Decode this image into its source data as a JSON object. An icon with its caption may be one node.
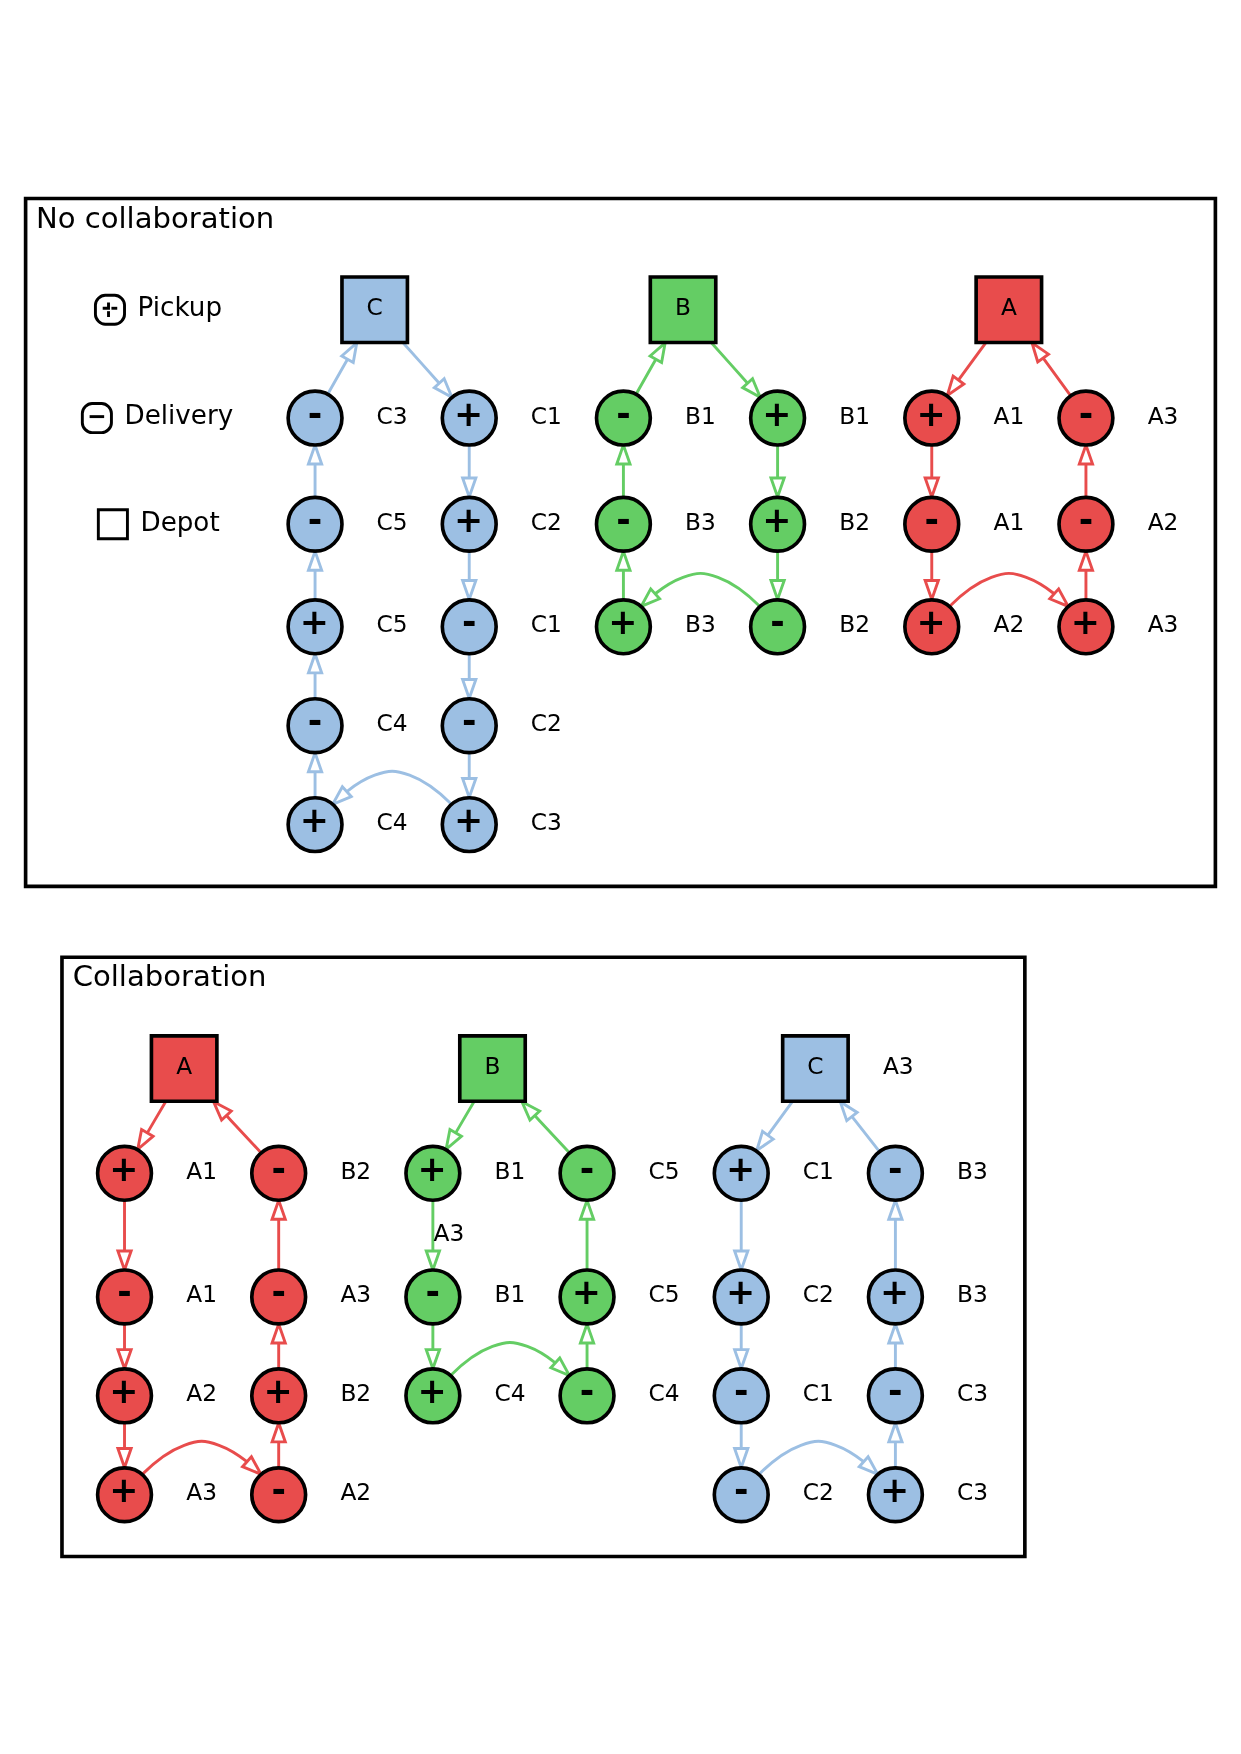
{
  "diagram": {
    "nodes": [
      {
        "text": [
          "No collaboration"
        ]
      },
      {
        "text": [
          "-"
        ],
        "beside": [
          "A3"
        ],
        "in": 0
      },
      {
        "text": [
          "+"
        ],
        "beside": [
          "A1"
        ],
        "in": 0
      },
      {
        "text": [
          "+"
        ],
        "beside": [
          "B1"
        ],
        "in": 0
      },
      {
        "text": [
          "-"
        ],
        "beside": [
          "A1"
        ],
        "in": 0
      },
      {
        "text": [
          "B"
        ],
        "in": 0
      },
      {
        "text": [
          "+"
        ],
        "beside": [
          "A2"
        ],
        "in": 0
      },
      {
        "text": [
          "A"
        ],
        "in": 0
      },
      {
        "text": [
          "-"
        ],
        "beside": [
          "B2"
        ],
        "in": 0
      },
      {
        "text": [
          "+"
        ],
        "beside": [
          "B2"
        ],
        "in": 0
      },
      {
        "text": [
          "+"
        ],
        "beside": [
          "A3"
        ],
        "in": 0
      },
      {
        "text": [
          "-"
        ],
        "beside": [
          "A2"
        ],
        "in": 0
      },
      {
        "text": [
          "-"
        ],
        "beside": [
          "B1"
        ],
        "in": 0
      },
      {
        "text": [
          "+"
        ],
        "beside": [
          "C2"
        ],
        "in": 0
      },
      {
        "text": [
          "-"
        ],
        "beside": [
          "B3"
        ],
        "in": 0
      },
      {
        "text": [
          "-"
        ],
        "beside": [
          "C1"
        ],
        "in": 0
      },
      {
        "text": [
          "+"
        ],
        "beside": [
          "C1"
        ],
        "in": 0
      },
      {
        "text": [
          "+"
        ],
        "beside": [
          "B3"
        ],
        "in": 0
      },
      {
        "text": [
          "-"
        ],
        "beside": [
          "C5"
        ],
        "in": 0
      },
      {
        "text": [
          "+"
        ],
        "beside": [
          "C5"
        ],
        "in": 0
      },
      {
        "text": [
          "C"
        ],
        "in": 0
      },
      {
        "text": [
          "-"
        ],
        "beside": [
          "C3"
        ],
        "in": 0
      },
      {
        "text": [
          "-"
        ],
        "beside": [
          "C2"
        ],
        "in": 0
      },
      {
        "text": [
          "+"
        ],
        "beside": [
          "C4"
        ],
        "in": 0
      },
      {
        "text": [
          "-"
        ],
        "beside": [
          "C4"
        ],
        "in": 0
      },
      {
        "text": [
          "+"
        ],
        "beside": [
          "C3"
        ],
        "in": 0
      },
      {
        "text": [
          "Collaboration"
        ]
      },
      {
        "text": [
          "-"
        ],
        "beside": [
          "A3"
        ],
        "in": 26
      },
      {
        "text": [
          "+"
        ],
        "beside": [
          "A1"
        ],
        "in": 26
      },
      {
        "text": [
          "+"
        ],
        "beside": [
          "B1"
        ],
        "in": 26
      },
      {
        "text": [
          "-"
        ],
        "beside": [
          "A1"
        ],
        "in": 26
      },
      {
        "text": [
          "B"
        ],
        "in": 26
      },
      {
        "text": [
          "+"
        ],
        "beside": [
          "A2"
        ],
        "in": 26
      },
      {
        "text": [
          "A"
        ],
        "in": 26
      },
      {
        "text": [
          "-"
        ],
        "beside": [
          "B2"
        ],
        "in": 26
      },
      {
        "text": [
          "+"
        ],
        "beside": [
          "B2"
        ],
        "in": 26
      },
      {
        "text": [
          "+"
        ],
        "beside": [
          "A3"
        ],
        "in": 26
      },
      {
        "text": [
          "-"
        ],
        "beside": [
          "A2"
        ],
        "in": 26
      },
      {
        "text": [
          "-"
        ],
        "beside": [
          "B1"
        ],
        "in": 26
      },
      {
        "text": [
          "+"
        ],
        "beside": [
          "C2"
        ],
        "in": 26
      },
      {
        "text": [
          "-"
        ],
        "beside": [
          "B3"
        ],
        "in": 26
      },
      {
        "text": [
          "-"
        ],
        "beside": [
          "C5"
        ],
        "in": 26
      },
      {
        "text": [
          "+"
        ],
        "beside": [
          "C5"
        ],
        "in": 26
      },
      {
        "text": [
          "-"
        ],
        "beside": [
          "C1"
        ],
        "in": 26
      },
      {
        "text": [
          "+"
        ],
        "beside": [
          "C1"
        ],
        "in": 26
      },
      {
        "text": [
          "+"
        ],
        "beside": [
          "B3"
        ],
        "in": 26
      },
      {
        "text": [
          "C"
        ],
        "beside": [
          "A3"
        ],
        "in": 26
      },
      {
        "text": [
          "-"
        ],
        "beside": [
          "C3"
        ],
        "in": 26
      },
      {
        "text": [
          "-"
        ],
        "beside": [
          "C2"
        ],
        "in": 26
      },
      {
        "text": [
          "+"
        ],
        "beside": [
          "C4"
        ],
        "in": 26
      },
      {
        "text": [
          "-"
        ],
        "beside": [
          "C4"
        ],
        "in": 26
      },
      {
        "text": [
          "+"
        ],
        "beside": [
          "C3"
        ],
        "in": 26
      }
    ],
    "edges": [
      {
        "from": 7,
        "to": 2,
        "arrow": "to",
        "color": "#e84c4c"
      },
      {
        "from": 2,
        "to": 4,
        "arrow": "to",
        "color": "#e84c4c"
      },
      {
        "from": 4,
        "to": 6,
        "arrow": "to",
        "color": "#e84c4c"
      },
      {
        "from": 6,
        "to": 10,
        "arrow": "to",
        "color": "#e84c4c"
      },
      {
        "from": 10,
        "to": 11,
        "arrow": "to",
        "color": "#e84c4c"
      },
      {
        "from": 11,
        "to": 1,
        "arrow": "to",
        "color": "#e84c4c"
      },
      {
        "from": 1,
        "to": 7,
        "arrow": "to",
        "color": "#e84c4c"
      },
      {
        "from": 5,
        "to": 3,
        "arrow": "to",
        "color": "#64cd64"
      },
      {
        "from": 3,
        "to": 9,
        "arrow": "to",
        "color": "#64cd64"
      },
      {
        "from": 9,
        "to": 8,
        "arrow": "to",
        "color": "#64cd64"
      },
      {
        "from": 8,
        "to": 17,
        "arrow": "to",
        "color": "#64cd64"
      },
      {
        "from": 17,
        "to": 14,
        "arrow": "to",
        "color": "#64cd64"
      },
      {
        "from": 14,
        "to": 12,
        "arrow": "to",
        "color": "#64cd64"
      },
      {
        "from": 12,
        "to": 5,
        "arrow": "to",
        "color": "#64cd64"
      },
      {
        "from": 20,
        "to": 16,
        "arrow": "to"
      },
      {
        "from": 16,
        "to": 13,
        "arrow": "to"
      },
      {
        "from": 13,
        "to": 15,
        "arrow": "to"
      },
      {
        "from": 15,
        "to": 22,
        "arrow": "to"
      },
      {
        "from": 22,
        "to": 25,
        "arrow": "to"
      },
      {
        "from": 25,
        "to": 23,
        "arrow": "to"
      },
      {
        "from": 23,
        "to": 24,
        "arrow": "to"
      },
      {
        "from": 24,
        "to": 19,
        "arrow": "to"
      },
      {
        "from": 19,
        "to": 18,
        "arrow": "to"
      },
      {
        "from": 18,
        "to": 21,
        "arrow": "to"
      },
      {
        "from": 21,
        "to": 20,
        "arrow": "to"
      },
      {
        "from": 33,
        "to": 28,
        "arrow": "to",
        "color": "#e84c4c"
      },
      {
        "from": 28,
        "to": 30,
        "arrow": "to",
        "color": "#e84c4c"
      },
      {
        "from": 30,
        "to": 32,
        "arrow": "to",
        "color": "#e84c4c"
      },
      {
        "from": 32,
        "to": 36,
        "arrow": "to",
        "color": "#e84c4c"
      },
      {
        "from": 36,
        "to": 37,
        "arrow": "to",
        "color": "#e84c4c"
      },
      {
        "from": 37,
        "to": 35,
        "arrow": "to",
        "color": "#e84c4c"
      },
      {
        "from": 35,
        "to": 27,
        "arrow": "to",
        "color": "#e84c4c"
      },
      {
        "from": 27,
        "to": 34,
        "arrow": "to",
        "color": "#e84c4c"
      },
      {
        "from": 34,
        "to": 33,
        "arrow": "to",
        "color": "#e84c4c"
      },
      {
        "from": 31,
        "to": 29,
        "arrow": "to",
        "color": "#64cd64"
      },
      {
        "from": 29,
        "to": 38,
        "label": "A3",
        "arrow": "to",
        "color": "#64cd64"
      },
      {
        "from": 38,
        "to": 49,
        "arrow": "to",
        "color": "#64cd64"
      },
      {
        "from": 49,
        "to": 50,
        "arrow": "to",
        "color": "#64cd64"
      },
      {
        "from": 50,
        "to": 42,
        "arrow": "to",
        "color": "#64cd64"
      },
      {
        "from": 42,
        "to": 41,
        "arrow": "to",
        "color": "#64cd64"
      },
      {
        "from": 41,
        "to": 31,
        "arrow": "to",
        "color": "#64cd64"
      },
      {
        "from": 46,
        "to": 44,
        "arrow": "to"
      },
      {
        "from": 44,
        "to": 39,
        "arrow": "to"
      },
      {
        "from": 39,
        "to": 43,
        "arrow": "to"
      },
      {
        "from": 43,
        "to": 48,
        "arrow": "to"
      },
      {
        "from": 48,
        "to": 51,
        "arrow": "to"
      },
      {
        "from": 51,
        "to": 47,
        "arrow": "to"
      },
      {
        "from": 47,
        "to": 45,
        "arrow": "to"
      },
      {
        "from": 45,
        "to": 40,
        "arrow": "to"
      },
      {
        "from": 40,
        "to": 46,
        "arrow": "to"
      }
    ],
    "legend": [
      {
        "text": "Pickup"
      },
      {
        "text": "Delivery"
      },
      {
        "text": "Depot"
      }
    ]
  }
}
